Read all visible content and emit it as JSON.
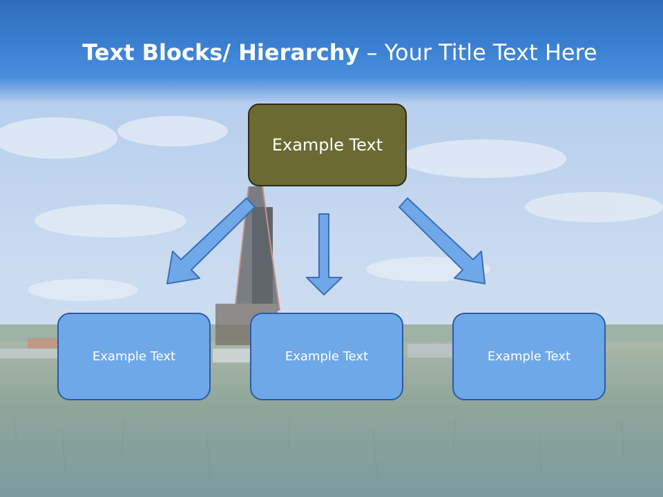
{
  "title": {
    "bold_part": "Text Blocks/ Hierarchy",
    "separator": " – ",
    "normal_part": "Your Title Text Here"
  },
  "diagram": {
    "top_box": {
      "label": "Example Text"
    },
    "children": [
      {
        "label": "Example Text"
      },
      {
        "label": "Example Text"
      },
      {
        "label": "Example Text"
      }
    ]
  },
  "colors": {
    "title_band": "#3b80d2",
    "top_box_fill": "#6a6a32",
    "top_box_border": "#2b2b16",
    "child_box_fill": "#6fa8e8",
    "child_box_border": "#2d5aa0",
    "arrow_fill": "#6fa8e8",
    "arrow_stroke": "#3a6db5"
  }
}
